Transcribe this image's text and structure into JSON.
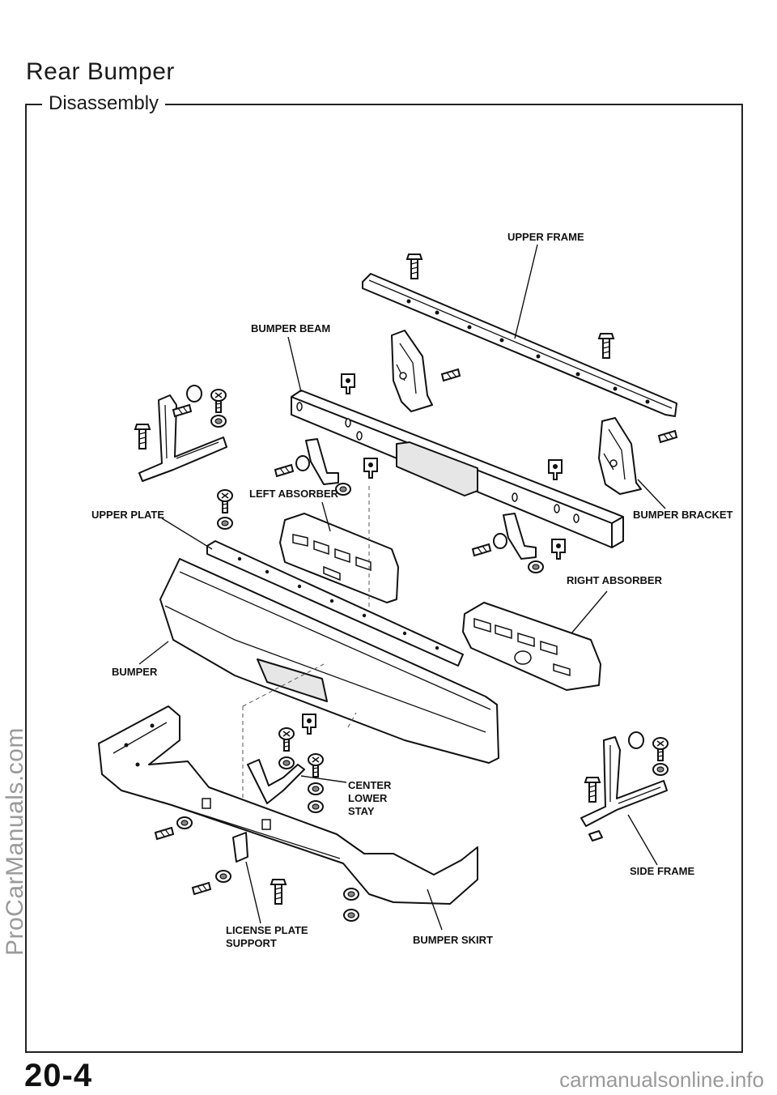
{
  "page": {
    "title": "Rear Bumper",
    "section": "Disassembly",
    "page_number": "20-4",
    "watermark_side": "ProCarManuals.com",
    "watermark_bottom": "carmanualsonline.info"
  },
  "labels": {
    "upper_frame": "UPPER FRAME",
    "bumper_beam": "BUMPER BEAM",
    "left_absorber": "LEFT ABSORBER",
    "upper_plate": "UPPER PLATE",
    "bumper_bracket": "BUMPER BRACKET",
    "right_absorber": "RIGHT ABSORBER",
    "bumper": "BUMPER",
    "center_lower_stay_1": "CENTER",
    "center_lower_stay_2": "LOWER",
    "center_lower_stay_3": "STAY",
    "side_frame": "SIDE FRAME",
    "license_plate_support_1": "LICENSE PLATE",
    "license_plate_support_2": "SUPPORT",
    "bumper_skirt": "BUMPER SKIRT"
  }
}
